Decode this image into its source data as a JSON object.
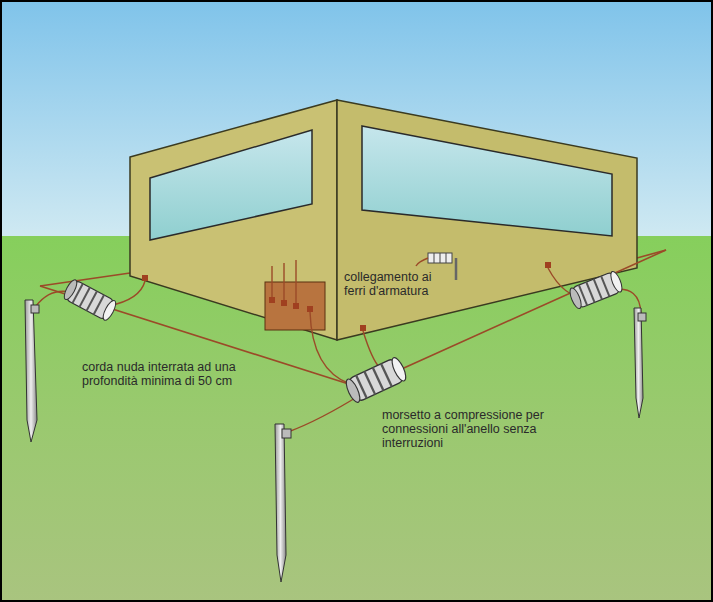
{
  "diagram": {
    "labels": [
      "collegamento ai ferri d'armatura",
      "corda nuda interrata ad una profondità minima di 50 cm",
      "morsetto a compressione per connessioni all'anello senza interruzioni"
    ]
  }
}
